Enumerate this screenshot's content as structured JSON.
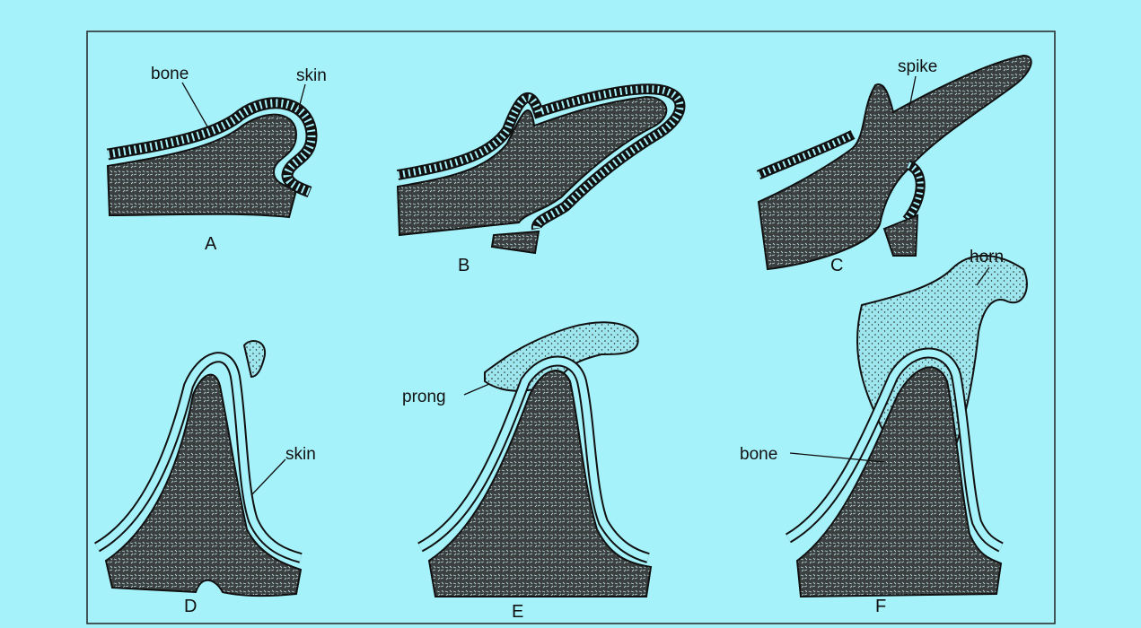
{
  "colors": {
    "background": "#a6f2fa",
    "bone_fill": "#3b3f3f",
    "skin": "#a6f2fa",
    "horn_fill": "#9ee6ee",
    "ink": "#111111"
  },
  "panels": {
    "A": {
      "letter": "A",
      "labels": {
        "bone": "bone",
        "skin": "skin"
      }
    },
    "B": {
      "letter": "B"
    },
    "C": {
      "letter": "C",
      "labels": {
        "spike": "spike"
      }
    },
    "D": {
      "letter": "D",
      "labels": {
        "skin": "skin"
      }
    },
    "E": {
      "letter": "E",
      "labels": {
        "prong": "prong"
      }
    },
    "F": {
      "letter": "F",
      "labels": {
        "horn": "horn",
        "bone": "bone"
      }
    }
  }
}
